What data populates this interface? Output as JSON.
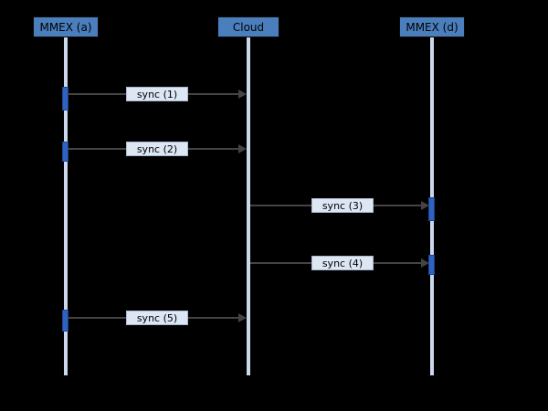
{
  "diagram": {
    "type": "sequence",
    "actors": [
      {
        "id": "mmex-a",
        "label": "MMEX (a)"
      },
      {
        "id": "cloud",
        "label": "Cloud"
      },
      {
        "id": "mmex-d",
        "label": "MMEX (d)"
      }
    ],
    "messages": [
      {
        "label": "sync (1)",
        "from": "MMEX (a)",
        "to": "Cloud"
      },
      {
        "label": "sync (2)",
        "from": "MMEX (a)",
        "to": "Cloud"
      },
      {
        "label": "sync (3)",
        "from": "Cloud",
        "to": "MMEX (d)"
      },
      {
        "label": "sync (4)",
        "from": "Cloud",
        "to": "MMEX (d)"
      },
      {
        "label": "sync (5)",
        "from": "MMEX (a)",
        "to": "Cloud"
      }
    ],
    "colors": {
      "background": "#000000",
      "actor_fill": "#4a7ebc",
      "lifeline": "#ccd9ec",
      "activation": "#2f63c1",
      "message_line": "#444444",
      "label_fill": "#dde6f3"
    }
  }
}
